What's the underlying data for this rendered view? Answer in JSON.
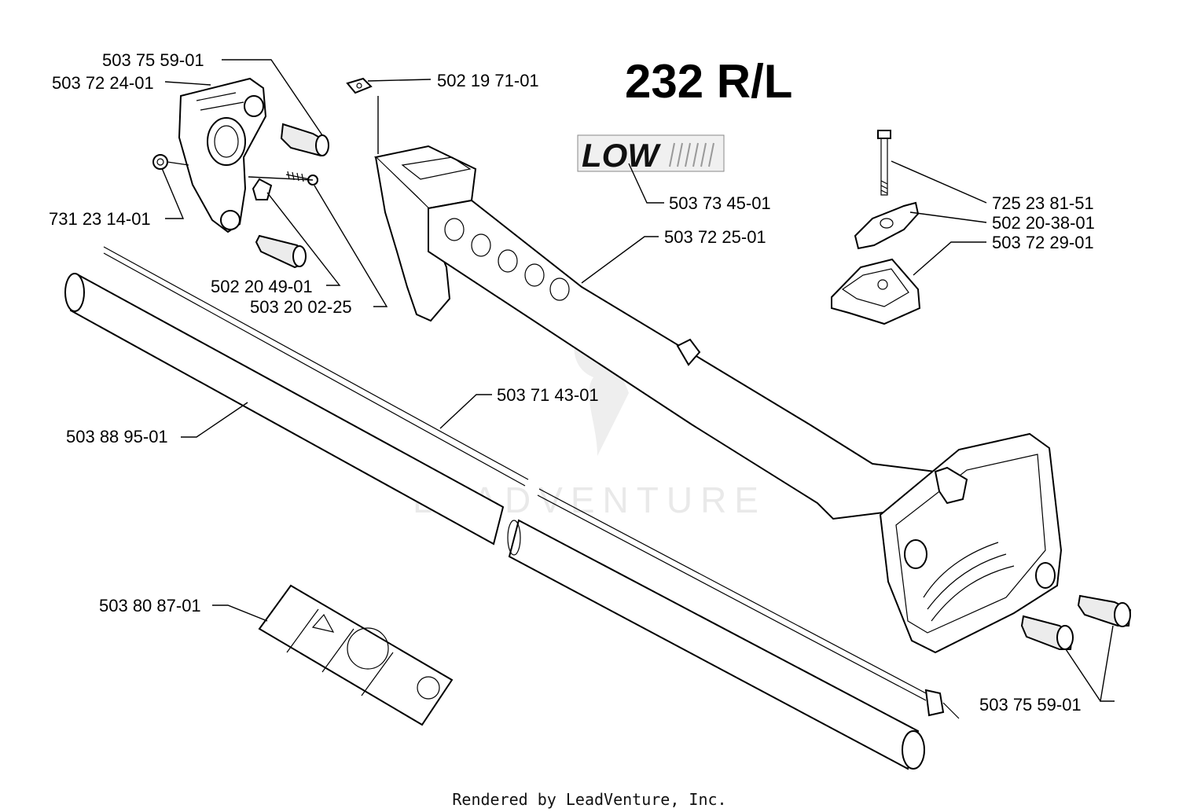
{
  "title": "232 R/L",
  "logo_text": "LOW",
  "watermark": "LEADVENTURE",
  "footer": "Rendered by LeadVenture, Inc.",
  "labels": {
    "a": "503 75 59-01",
    "b": "503 72 24-01",
    "c": "502 19 71-01",
    "d": "731 23 14-01",
    "e": "503 73 45-01",
    "f": "503 72 25-01",
    "g": "725 23 81-51",
    "h": "502 20-38-01",
    "i": "503 72 29-01",
    "j": "502 20 49-01",
    "k": "503 20 02-25",
    "l": "503 71 43-01",
    "m": "503 88 95-01",
    "n": "503 80 87-01",
    "o": "503 75 59-01"
  }
}
